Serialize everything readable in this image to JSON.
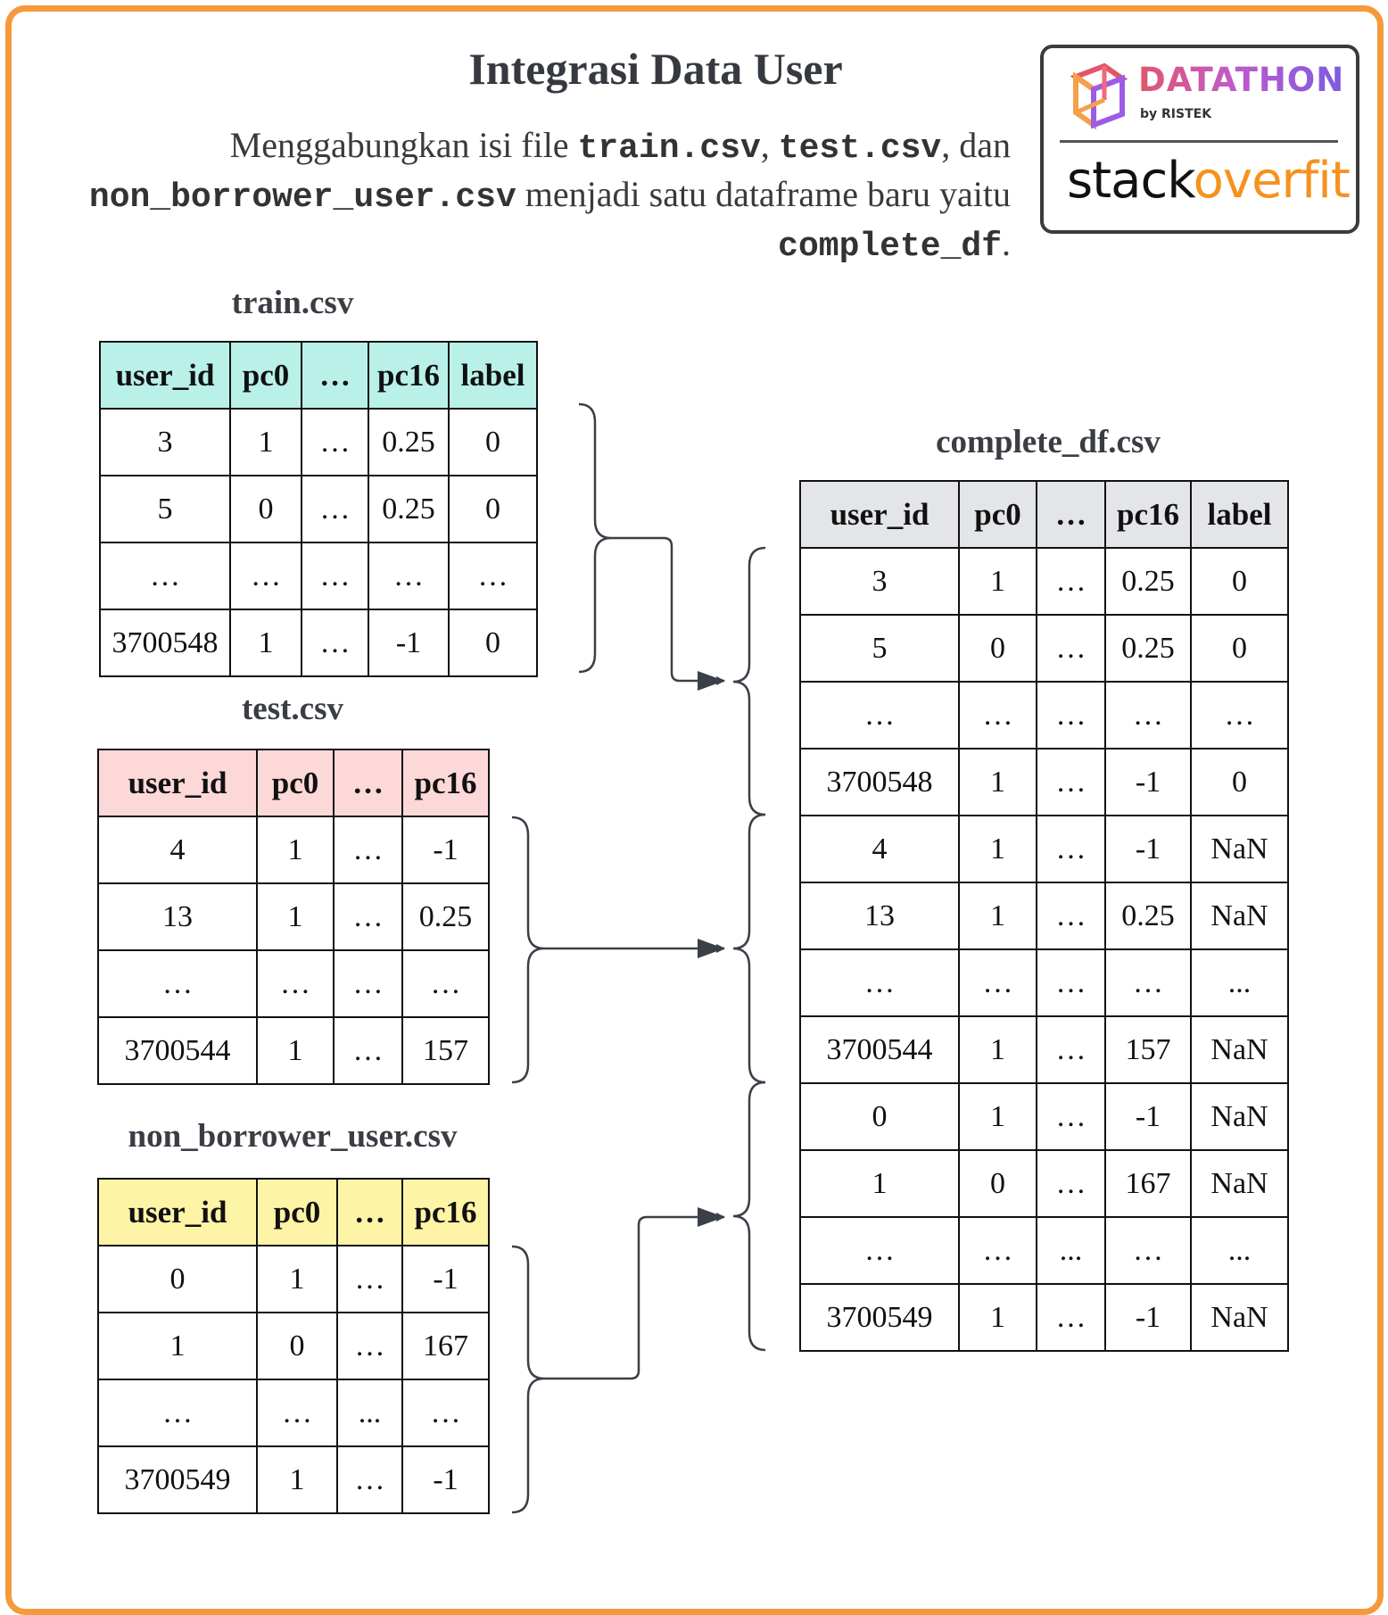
{
  "title": "Integrasi Data User",
  "description": {
    "t1": "Menggabungkan isi file ",
    "c1": "train.csv",
    "t2": ", ",
    "c2": "test.csv",
    "t3": ", dan ",
    "c3": "non_borrower_user.csv",
    "t4": " menjadi satu dataframe baru yaitu ",
    "c4": "complete_df",
    "t5": "."
  },
  "logo": {
    "datathon": "DATATHON",
    "by": "by RISTEK",
    "stack": "stack",
    "overfit": "overfit"
  },
  "tables": {
    "train": {
      "name": "train.csv",
      "headers": [
        "user_id",
        "pc0",
        "…",
        "pc16",
        "label"
      ],
      "rows": [
        [
          "3",
          "1",
          "…",
          "0.25",
          "0"
        ],
        [
          "5",
          "0",
          "…",
          "0.25",
          "0"
        ],
        [
          "…",
          "…",
          "…",
          "…",
          "…"
        ],
        [
          "3700548",
          "1",
          "…",
          "-1",
          "0"
        ]
      ]
    },
    "test": {
      "name": "test.csv",
      "headers": [
        "user_id",
        "pc0",
        "…",
        "pc16"
      ],
      "rows": [
        [
          "4",
          "1",
          "…",
          "-1"
        ],
        [
          "13",
          "1",
          "…",
          "0.25"
        ],
        [
          "…",
          "…",
          "…",
          "…"
        ],
        [
          "3700544",
          "1",
          "…",
          "157"
        ]
      ]
    },
    "non_borrower": {
      "name": "non_borrower_user.csv",
      "headers": [
        "user_id",
        "pc0",
        "…",
        "pc16"
      ],
      "rows": [
        [
          "0",
          "1",
          "…",
          "-1"
        ],
        [
          "1",
          "0",
          "…",
          "167"
        ],
        [
          "…",
          "…",
          "...",
          "…"
        ],
        [
          "3700549",
          "1",
          "…",
          "-1"
        ]
      ]
    },
    "complete": {
      "name": "complete_df.csv",
      "headers": [
        "user_id",
        "pc0",
        "…",
        "pc16",
        "label"
      ],
      "rows": [
        [
          "3",
          "1",
          "…",
          "0.25",
          "0"
        ],
        [
          "5",
          "0",
          "…",
          "0.25",
          "0"
        ],
        [
          "…",
          "…",
          "…",
          "…",
          "…"
        ],
        [
          "3700548",
          "1",
          "…",
          "-1",
          "0"
        ],
        [
          "4",
          "1",
          "…",
          "-1",
          "NaN"
        ],
        [
          "13",
          "1",
          "…",
          "0.25",
          "NaN"
        ],
        [
          "…",
          "…",
          "…",
          "…",
          "..."
        ],
        [
          "3700544",
          "1",
          "…",
          "157",
          "NaN"
        ],
        [
          "0",
          "1",
          "…",
          "-1",
          "NaN"
        ],
        [
          "1",
          "0",
          "…",
          "167",
          "NaN"
        ],
        [
          "…",
          "…",
          "...",
          "…",
          "..."
        ],
        [
          "3700549",
          "1",
          "…",
          "-1",
          "NaN"
        ]
      ]
    }
  },
  "colors": {
    "frame": "#f59a3c",
    "train_header": "#b9f1e8",
    "test_header": "#fdd8d9",
    "non_borrower_header": "#fdf4a6",
    "complete_header": "#e3e5e8"
  }
}
